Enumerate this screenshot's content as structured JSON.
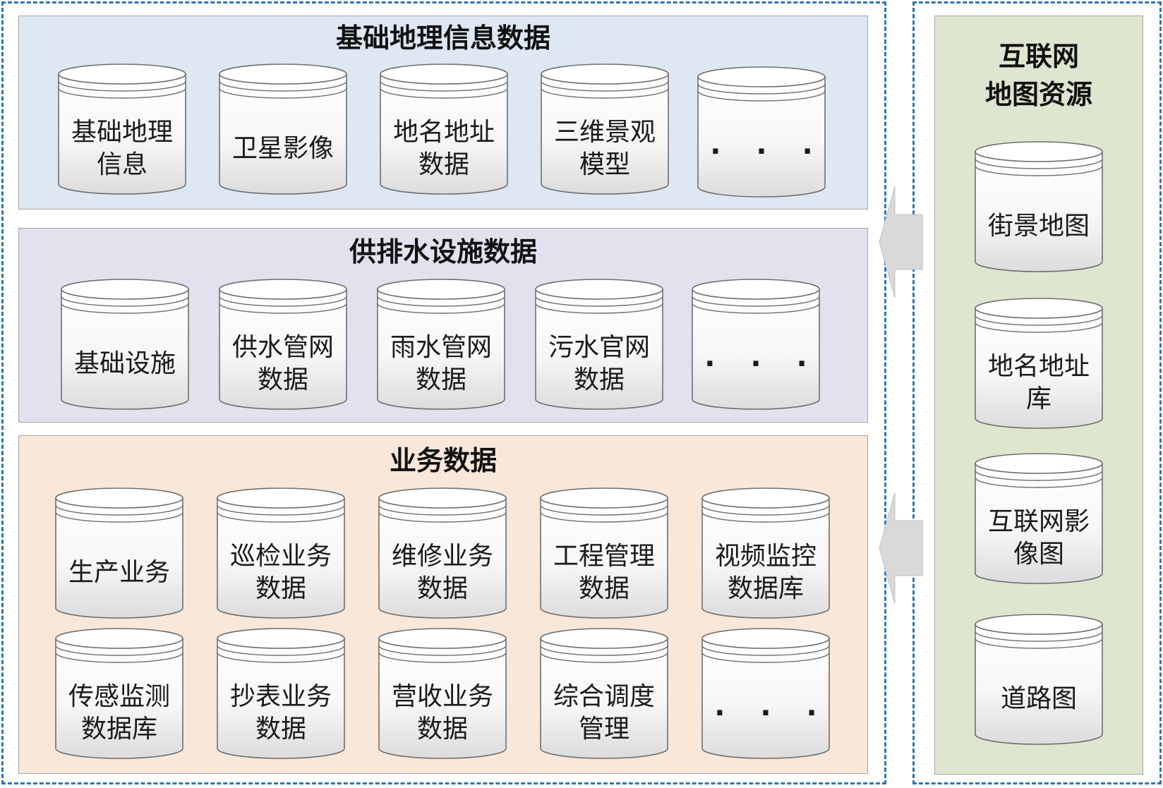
{
  "geo": {
    "title": "基础地理信息数据",
    "items": [
      "基础地理\n信息",
      "卫星影像",
      "地名地址\n数据",
      "三维景观\n模型",
      "· · ·"
    ]
  },
  "water": {
    "title": "供排水设施数据",
    "items": [
      "基础设施",
      "供水管网\n数据",
      "雨水管网\n数据",
      "污水官网\n数据",
      "· · ·"
    ]
  },
  "business": {
    "title": "业务数据",
    "row1": [
      "生产业务",
      "巡检业务\n数据",
      "维修业务\n数据",
      "工程管理\n数据",
      "视频监控\n数据库"
    ],
    "row2": [
      "传感监测\n数据库",
      "抄表业务\n数据",
      "营收业务\n数据",
      "综合调度\n管理",
      "· · ·"
    ]
  },
  "internet": {
    "title": "互联网\n地图资源",
    "items": [
      "街景地图",
      "地名地址\n库",
      "互联网影\n像图",
      "道路图"
    ]
  },
  "colors": {
    "frame_dash": "#2e75b6",
    "geo_panel": "#dde8f3",
    "water_panel": "#e4e0ee",
    "business_panel": "#f9e7da",
    "internet_panel": "#dfe6d0",
    "arrow_fill": "#d9d9d9"
  }
}
